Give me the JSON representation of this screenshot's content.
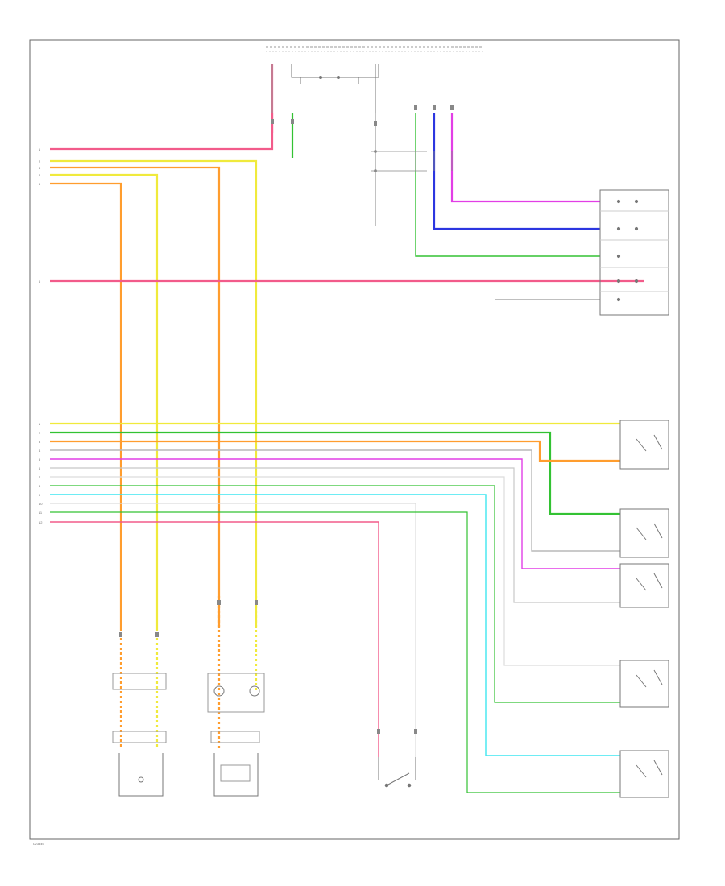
{
  "page_code": "T/23846",
  "colors": {
    "pink": "#f25b8a",
    "green": "#33c233",
    "orange": "#ff9d2e",
    "yellow": "#f0ea3c",
    "blue": "#2c36e0",
    "magenta": "#e23ee6",
    "gray": "#b9b9b9",
    "light_gray": "#dcdcdc",
    "cyan": "#3ee6f0",
    "frame": "#666666"
  },
  "left_connector_top": {
    "pins": [
      "1",
      "2",
      "3",
      "4",
      "5",
      "6"
    ]
  },
  "left_connector_bottom": {
    "pins": [
      "1",
      "2",
      "3",
      "4",
      "5",
      "6",
      "7",
      "8",
      "9",
      "10",
      "11",
      "12"
    ]
  },
  "icons": [
    "ground-icon",
    "switch-icon",
    "motor-icon",
    "sensor-icon",
    "connector-icon"
  ]
}
